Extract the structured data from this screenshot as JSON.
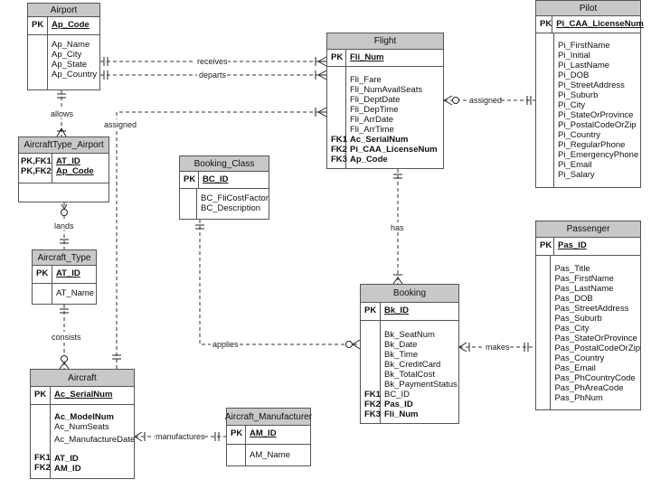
{
  "entities": {
    "airport": {
      "name": "Airport",
      "pk": {
        "key": "PK",
        "field": "Ap_Code"
      },
      "attrs": [
        "Ap_Name",
        "Ap_City",
        "Ap_State",
        "Ap_Country"
      ]
    },
    "flight": {
      "name": "Flight",
      "pk": {
        "key": "PK",
        "field": "Fli_Num"
      },
      "attrs": [
        "Fli_Fare",
        "Fli_NumAvailSeats",
        "Fli_DeptDate",
        "Fli_DepTime",
        "Fli_ArrDate",
        "Fli_ArrTime"
      ],
      "fks": [
        {
          "key": "FK1",
          "field": "Ac_SerialNum"
        },
        {
          "key": "FK2",
          "field": "Pi_CAA_LicenseNum"
        },
        {
          "key": "FK3",
          "field": "Ap_Code"
        }
      ]
    },
    "pilot": {
      "name": "Pilot",
      "pk": {
        "key": "PK",
        "field": "Pi_CAA_LicenseNum"
      },
      "attrs": [
        "Pi_FirstName",
        "Pi_Initial",
        "Pi_LastName",
        "Pi_DOB",
        "Pi_StreetAddress",
        "Pi_Suburb",
        "Pi_City",
        "Pi_StateOrProvince",
        "Pi_PostalCodeOrZip",
        "Pi_Country",
        "Pi_RegularPhone",
        "Pi_EmergencyPhone",
        "Pi_Email",
        "Pi_Salary"
      ]
    },
    "aircrafttype_airport": {
      "name": "AircraftType_Airport",
      "keys": [
        {
          "key": "PK,FK1",
          "field": "AT_ID"
        },
        {
          "key": "PK,FK2",
          "field": "Ap_Code"
        }
      ]
    },
    "booking_class": {
      "name": "Booking_Class",
      "pk": {
        "key": "PK",
        "field": "BC_ID"
      },
      "attrs": [
        "BC_FliCostFactor",
        "BC_Description"
      ]
    },
    "aircraft_type": {
      "name": "Aircraft_Type",
      "pk": {
        "key": "PK",
        "field": "AT_ID"
      },
      "attrs": [
        "AT_Name"
      ]
    },
    "passenger": {
      "name": "Passenger",
      "pk": {
        "key": "PK",
        "field": "Pas_ID"
      },
      "attrs": [
        "Pas_Title",
        "Pas_FirstName",
        "Pas_LastName",
        "Pas_DOB",
        "Pas_StreetAddress",
        "Pas_Suburb",
        "Pas_City",
        "Pas_StateOrProvince",
        "Pas_PostalCodeOrZip",
        "Pas_Country",
        "Pas_Email",
        "Pas_PhCountryCode",
        "Pas_PhAreaCode",
        "Pas_PhNum"
      ]
    },
    "booking": {
      "name": "Booking",
      "pk": {
        "key": "PK",
        "field": "Bk_ID"
      },
      "attrs": [
        "Bk_SeatNum",
        "Bk_Date",
        "Bk_Time",
        "Bk_CreditCard",
        "Bk_TotalCost",
        "Bk_PaymentStatus"
      ],
      "fks": [
        {
          "key": "FK1",
          "field": "BC_ID"
        },
        {
          "key": "FK2",
          "field": "Pas_ID"
        },
        {
          "key": "FK3",
          "field": "Fli_Num"
        }
      ]
    },
    "aircraft": {
      "name": "Aircraft",
      "pk": {
        "key": "PK",
        "field": "Ac_SerialNum"
      },
      "attrs": [
        "Ac_ModelNum",
        "Ac_NumSeats",
        "Ac_ManufactureDate"
      ],
      "fks": [
        {
          "key": "FK1",
          "field": "AT_ID"
        },
        {
          "key": "FK2",
          "field": "AM_ID"
        }
      ]
    },
    "aircraft_manufacturer": {
      "name": "Aircraft_Manufacturer",
      "pk": {
        "key": "PK",
        "field": "AM_ID"
      },
      "attrs": [
        "AM_Name"
      ]
    }
  },
  "relationships": {
    "receives": "receives",
    "departs": "departs",
    "assigned_pilot": "assigned",
    "assigned_aircraft": "assigned",
    "allows": "allows",
    "lands": "lands",
    "consists": "consists",
    "has": "has",
    "applies": "applies",
    "makes": "makes",
    "manufactures": "manufactures"
  }
}
